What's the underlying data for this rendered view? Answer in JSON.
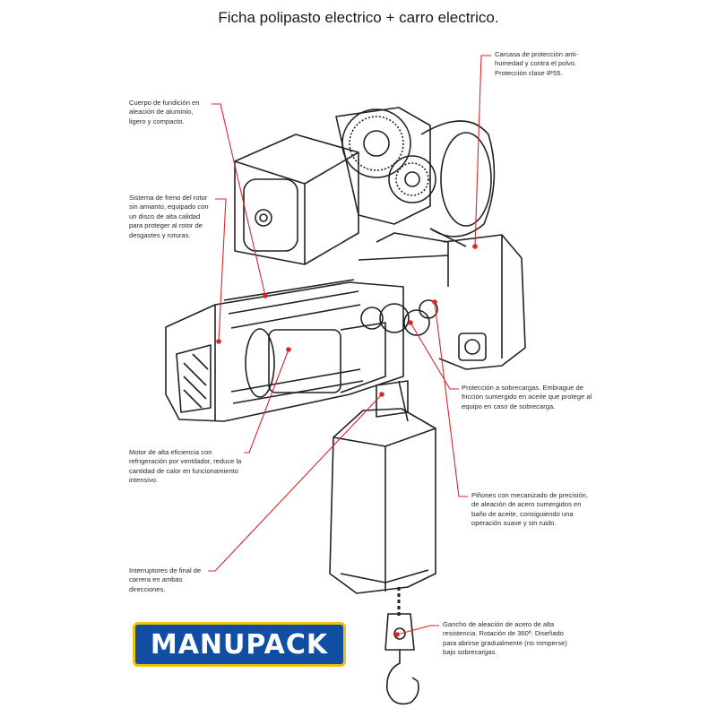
{
  "title": "Ficha polipasto electrico + carro electrico.",
  "callouts": {
    "carcasa": "Carcasa de protección anti-humedad y contra el polvo. Protección clase IP55.",
    "cuerpo": "Cuerpo de fundición en aleación de aluminio, ligero y compacto.",
    "freno": "Sistema de freno del rotor sin amianto, equipado con un disco de alta calidad para proteger al rotor de desgastes y roturas.",
    "embrague": "Protección a sobrecargas. Embrague de fricción sumergido en aceite que protege al equipo en caso  de sobrecarga.",
    "motor": "Motor de alta eficiencia con refrigeración por ventilador, reduce la cantidad de calor en funcionamiento intensivo.",
    "pinones": "Piñones con mecanizado de precisión, de aleación de acero sumergidos en baño de aceite, consiguiendo una operación suave y sin ruido.",
    "interruptores": "Interruptores de final de carrera en ambas direcciones.",
    "gancho": "Gancho de aleación de acero de alta resistencia. Rotación de 360º. Diseñado para abrirse gradualmente (no romperse) bajo sobrecargas."
  },
  "logo": {
    "text": "MANUPACK"
  },
  "colors": {
    "leader": "#d9262c",
    "line": "#222222",
    "logo_bg": "#0f4ea3",
    "logo_border": "#f2c10c"
  }
}
